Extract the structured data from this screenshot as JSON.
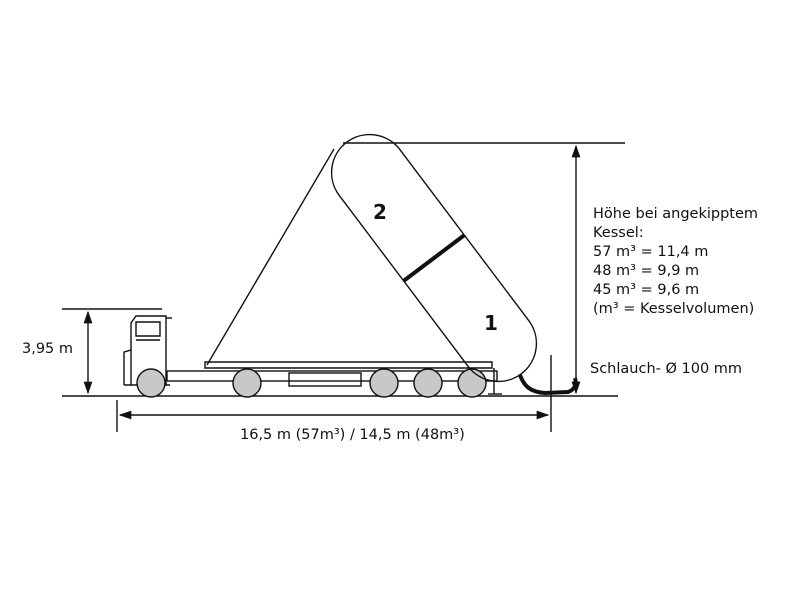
{
  "diagram": {
    "compartment_labels": {
      "front": "2",
      "rear": "1"
    },
    "left_height": "3,95 m",
    "length": "16,5 m (57m³) / 14,5 m (48m³)",
    "tipped_height": {
      "title_line1": "Höhe bei angekipptem",
      "title_line2": "Kessel:",
      "v57": "57 m³ = 11,4 m",
      "v48": "48 m³ = 9,9 m",
      "v45": "45 m³ = 9,6 m",
      "note": "(m³ = Kesselvolumen)"
    },
    "hose": "Schlauch- Ø 100 mm"
  }
}
